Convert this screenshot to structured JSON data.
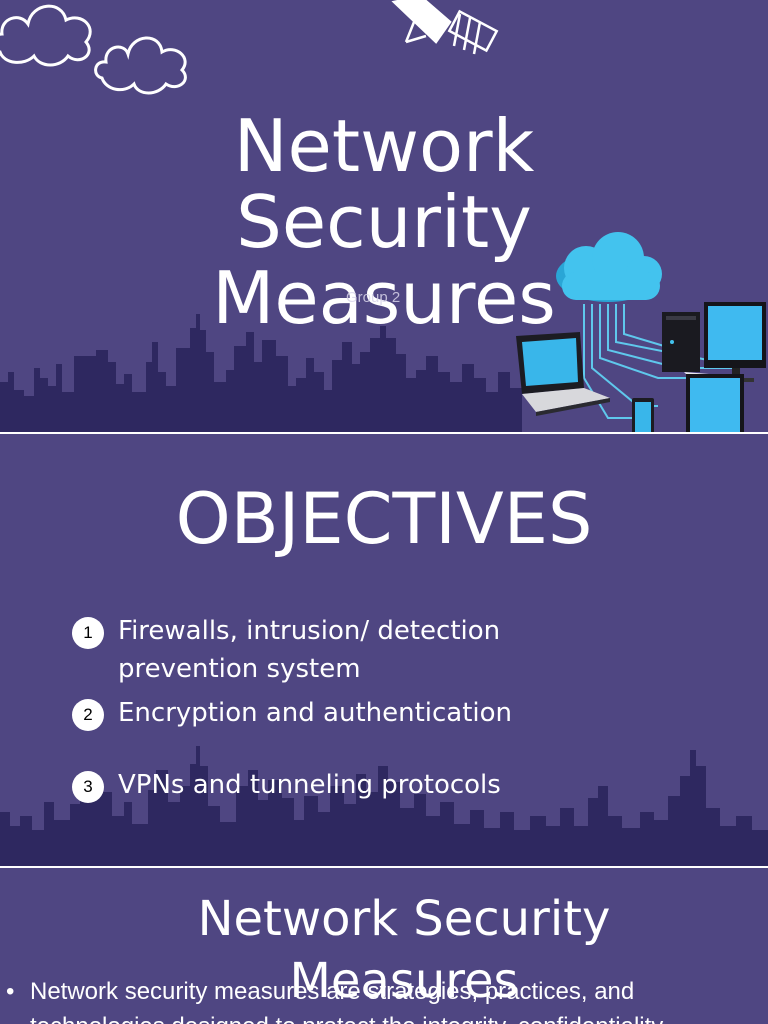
{
  "colors": {
    "slide_background": "#4f4682",
    "skyline": "#2e2860",
    "text": "#ffffff",
    "cloud_cyan": "#3fc6ec"
  },
  "slide1": {
    "title_line1": "Network",
    "title_line2": "Security",
    "title_line3": "Measures",
    "subtitle": "Group 2",
    "icons": [
      "cloud-doodle-icon",
      "satellite-icon",
      "cloud-network-icon",
      "laptop-icon",
      "desktop-tower-icon",
      "monitor-icon",
      "tablet-icon"
    ]
  },
  "slide2": {
    "heading": "OBJECTIVES",
    "objectives": [
      {
        "number": "1",
        "text": "Firewalls, intrusion/ detection prevention system"
      },
      {
        "number": "2",
        "text": "Encryption and authentication"
      },
      {
        "number": "3",
        "text": "VPNs and tunneling protocols"
      }
    ]
  },
  "slide3": {
    "heading_line1": "Network Security",
    "heading_line2": "Measures",
    "bullet_symbol": "•",
    "bullet_text": "Network security measures are strategies, practices, and",
    "bullet_text_line2": "technologies designed to protect the integrity, confidentiality"
  }
}
